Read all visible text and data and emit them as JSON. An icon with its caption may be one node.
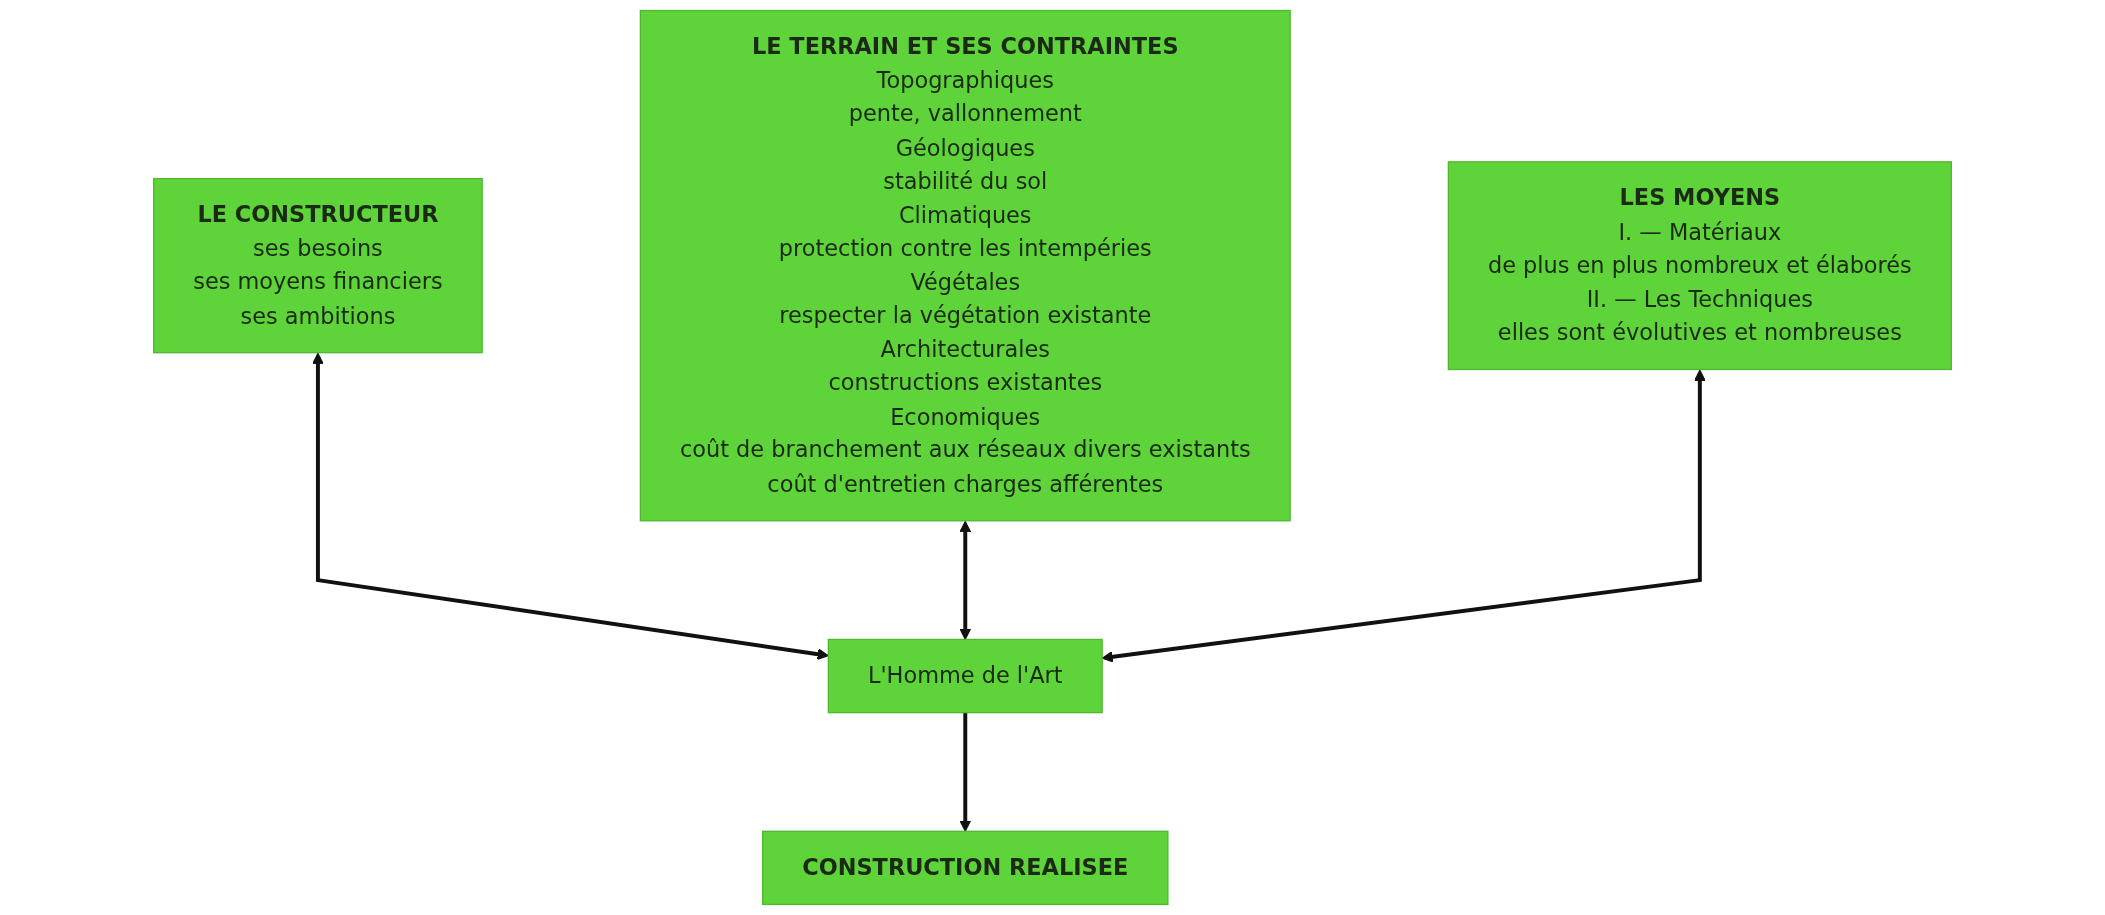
{
  "diagram": {
    "nodes": [
      {
        "text": [
          "LE CONSTRUCTEUR",
          "ses besoins",
          "ses moyens financiers",
          "ses ambitions"
        ]
      },
      {
        "text": [
          "LE TERRAIN ET SES CONTRAINTES",
          "Topographiques",
          "pente, vallonnement",
          "Géologiques",
          "stabilité du sol",
          "Climatiques",
          "protection contre les intempéries",
          "Végétales",
          "respecter la végétation existante",
          "Architecturales",
          "constructions existantes",
          "Economiques",
          "coût de branchement aux réseaux divers existants",
          "coût d'entretien charges afférentes"
        ]
      },
      {
        "text": [
          "L'Homme de l'Art"
        ]
      },
      {
        "text": [
          "LES MOYENS",
          "I. — Matériaux",
          "de plus en plus nombreux et élaborés",
          "II. — Les Techniques",
          "elles sont évolutives et nombreuses"
        ]
      },
      {
        "text": [
          "CONSTRUCTION REALISEE"
        ]
      }
    ],
    "edges": [
      {
        "from": 0,
        "to": 2,
        "arrow": "both"
      },
      {
        "from": 1,
        "to": 2,
        "arrow": "both"
      },
      {
        "from": 3,
        "to": 2,
        "arrow": "both"
      },
      {
        "from": 2,
        "to": 4,
        "arrow": "to"
      }
    ]
  }
}
